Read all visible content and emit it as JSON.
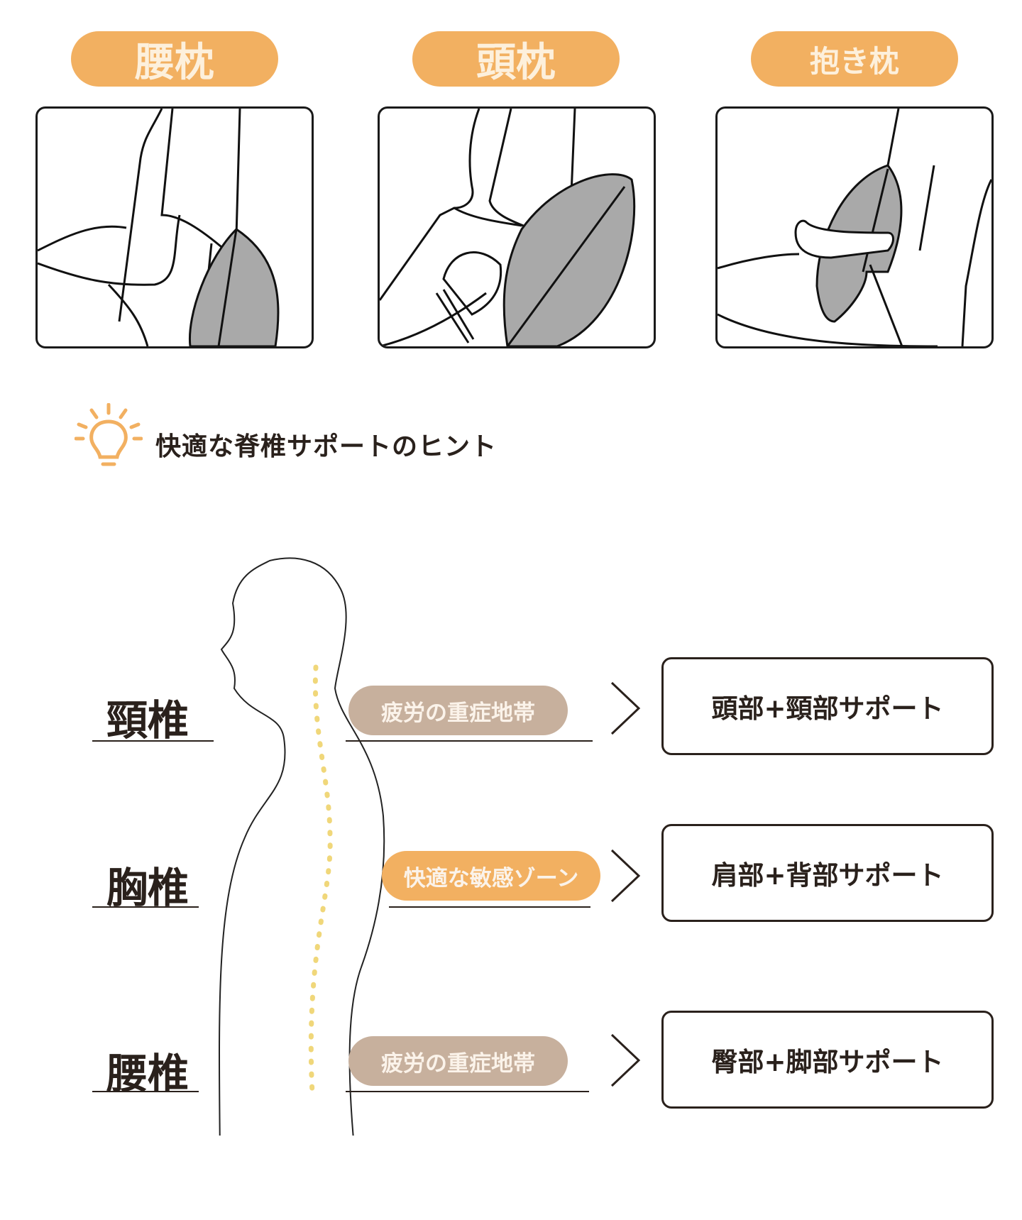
{
  "pillow_types": [
    {
      "label": "腰枕"
    },
    {
      "label": "頭枕"
    },
    {
      "label": "抱き枕"
    }
  ],
  "hint": {
    "icon": "lightbulb-icon",
    "title": "快適な脊椎サポートのヒント"
  },
  "spine": [
    {
      "region": "頸椎",
      "zone": "疲労の重症地帯",
      "support": "頭部+頸部サポート"
    },
    {
      "region": "胸椎",
      "zone": "快適な敏感ゾーン",
      "support": "肩部+背部サポート"
    },
    {
      "region": "腰椎",
      "zone": "疲労の重症地帯",
      "support": "臀部+脚部サポート"
    }
  ],
  "colors": {
    "orange": "#f2b061",
    "taupe": "#c7b09d",
    "text": "#2a211c",
    "pillow_gray": "#a9a9a9",
    "spine_dots": "#f0d77a"
  }
}
